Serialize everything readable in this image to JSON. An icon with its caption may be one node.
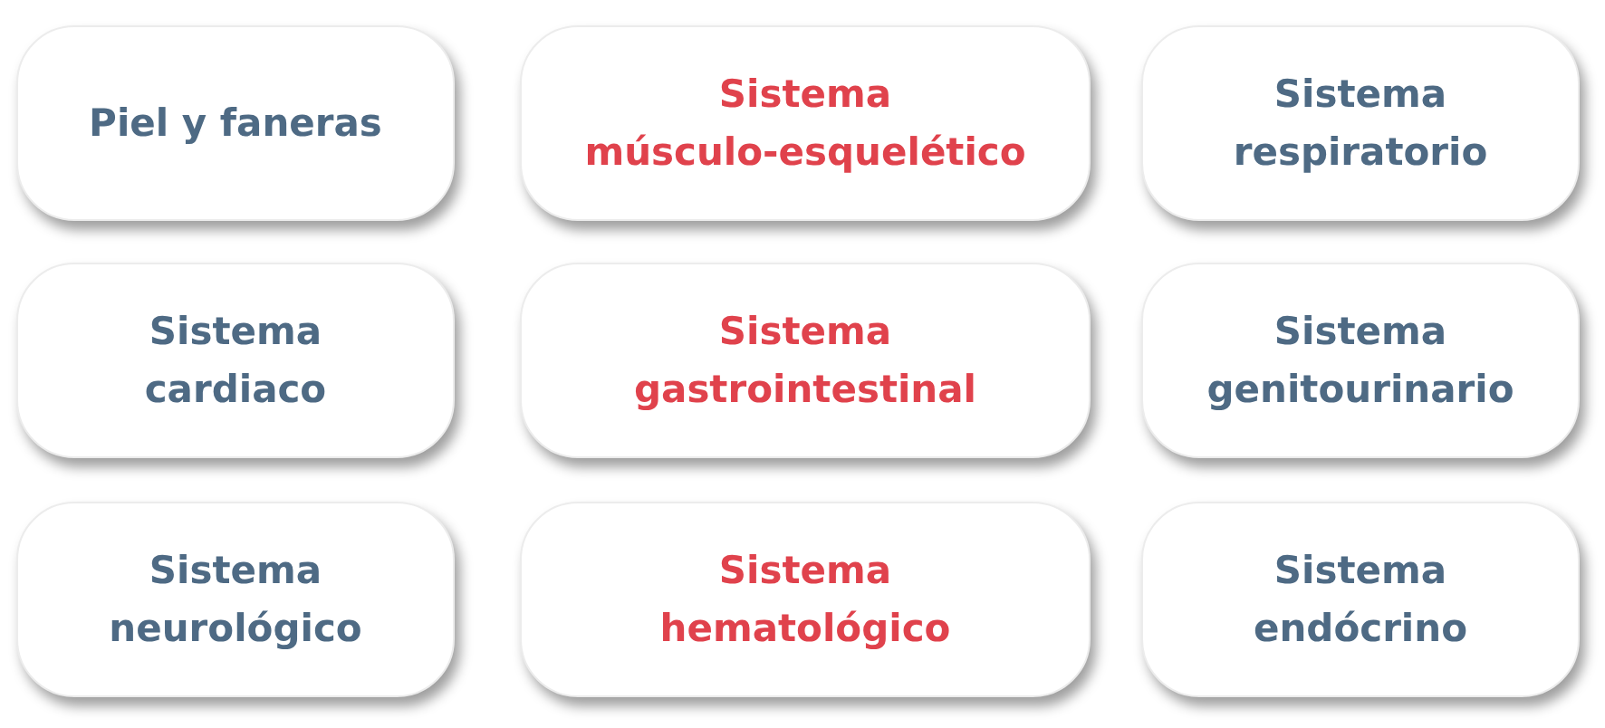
{
  "diagram": {
    "nodes": [
      {
        "text": [
          "Piel y faneras"
        ]
      },
      {
        "text": [
          "Sistema músculo-esquelético"
        ]
      },
      {
        "text": [
          "Sistema respiratorio"
        ]
      },
      {
        "text": [
          "Sistema cardiaco"
        ]
      },
      {
        "text": [
          "Sistema gastrointestinal"
        ]
      },
      {
        "text": [
          "Sistema genitourinario"
        ]
      },
      {
        "text": [
          "Sistema neurológico"
        ]
      },
      {
        "text": [
          "Sistema hematológico"
        ]
      },
      {
        "text": [
          "Sistema endócrino"
        ]
      }
    ],
    "edges": []
  }
}
